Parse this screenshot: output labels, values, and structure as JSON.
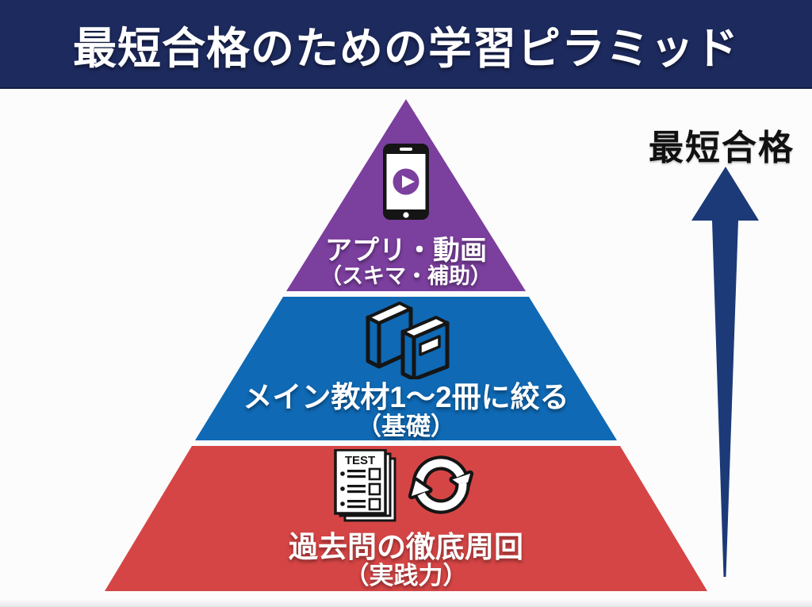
{
  "header": {
    "title": "最短合格のための学習ピラミッド",
    "bg_color": "#1d2a5e"
  },
  "goal": {
    "label": "最短合格",
    "arrow_color": "#1c3a78",
    "arrow_direction": "up"
  },
  "pyramid": {
    "levels": [
      {
        "position": "top",
        "color": "#7b3f9e",
        "line1": "アプリ・動画",
        "line2": "（スキマ・補助）",
        "icons": [
          "smartphone-video-icon"
        ]
      },
      {
        "position": "middle",
        "color": "#0f69b4",
        "line1": "メイン教材1〜2冊に絞る",
        "line2": "（基礎）",
        "icons": [
          "books-icon"
        ]
      },
      {
        "position": "bottom",
        "color": "#d64545",
        "line1": "過去問の徹底周回",
        "line2": "（実践力）",
        "icons": [
          "test-papers-icon",
          "repeat-icon"
        ],
        "test_label": "TEST"
      }
    ]
  }
}
